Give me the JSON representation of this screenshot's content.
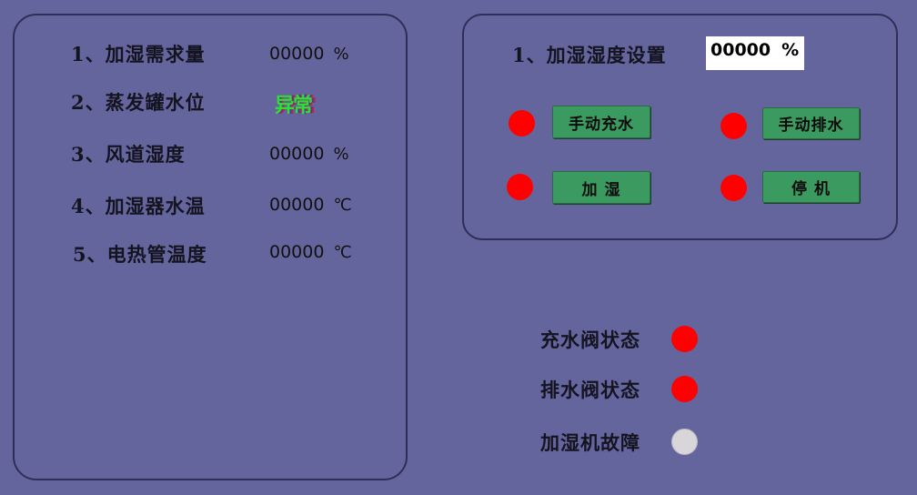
{
  "monitor": {
    "items": [
      {
        "label": "1、加湿需求量",
        "value": "00000",
        "unit": "%"
      },
      {
        "label": "2、蒸发罐水位",
        "value": "异常",
        "unit": ""
      },
      {
        "label": "3、风道湿度",
        "value": "00000",
        "unit": "%"
      },
      {
        "label": "4、加湿器水温",
        "value": "00000",
        "unit": "℃"
      },
      {
        "label": "5、电热管温度",
        "value": "00000",
        "unit": "℃"
      }
    ]
  },
  "control": {
    "setting_label": "1、加湿湿度设置",
    "setting_value": "00000",
    "setting_unit": "%",
    "buttons": [
      {
        "label": "手动充水",
        "indicator": "red"
      },
      {
        "label": "手动排水",
        "indicator": "red"
      },
      {
        "label": "加 湿",
        "indicator": "red"
      },
      {
        "label": "停 机",
        "indicator": "red"
      }
    ]
  },
  "status": {
    "items": [
      {
        "label": "充水阀状态",
        "state": "red"
      },
      {
        "label": "排水阀状态",
        "state": "red"
      },
      {
        "label": "加湿机故障",
        "state": "gray"
      }
    ]
  },
  "colors": {
    "background": "#65659d",
    "button": "#3a9a5f",
    "lamp_on": "#ff0000",
    "lamp_off": "#d8d6d8",
    "alarm_text": "#2ee02e"
  }
}
